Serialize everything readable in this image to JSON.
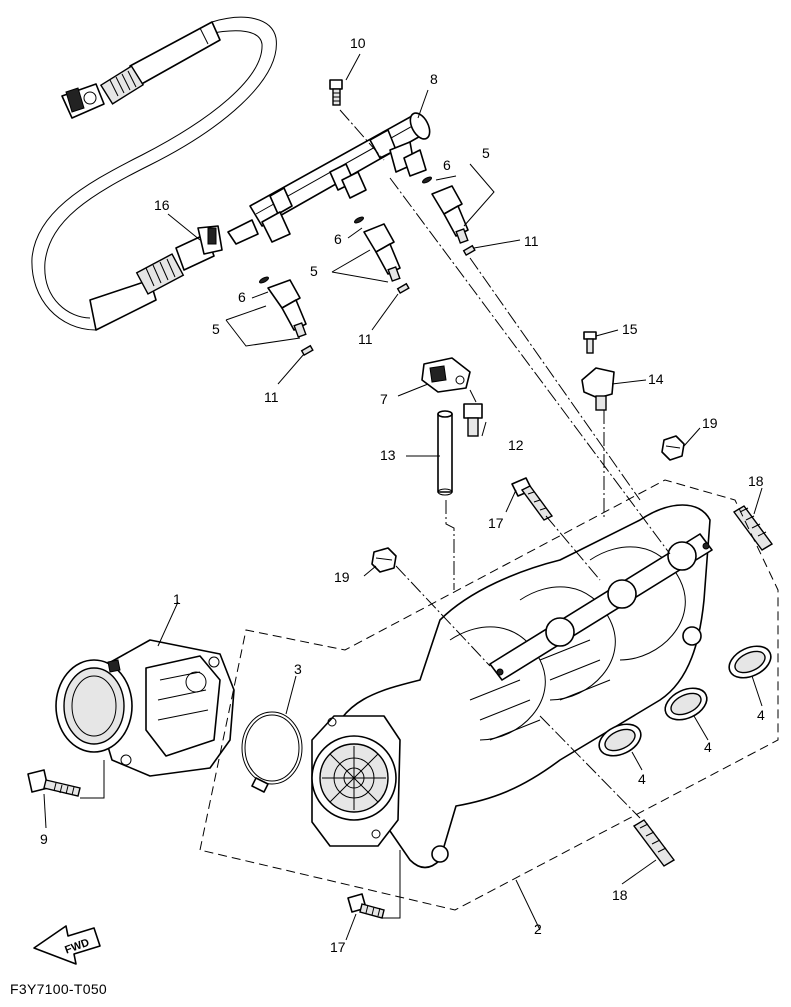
{
  "diagram_code": "F3Y7100-T050",
  "direction_arrow_label": "FWD",
  "callouts": [
    {
      "id": "c1",
      "label": "1"
    },
    {
      "id": "c2",
      "label": "2"
    },
    {
      "id": "c3",
      "label": "3"
    },
    {
      "id": "c4a",
      "label": "4"
    },
    {
      "id": "c4b",
      "label": "4"
    },
    {
      "id": "c4c",
      "label": "4"
    },
    {
      "id": "c5a",
      "label": "5"
    },
    {
      "id": "c5b",
      "label": "5"
    },
    {
      "id": "c5c",
      "label": "5"
    },
    {
      "id": "c6a",
      "label": "6"
    },
    {
      "id": "c6b",
      "label": "6"
    },
    {
      "id": "c6c",
      "label": "6"
    },
    {
      "id": "c7",
      "label": "7"
    },
    {
      "id": "c8",
      "label": "8"
    },
    {
      "id": "c9",
      "label": "9"
    },
    {
      "id": "c10",
      "label": "10"
    },
    {
      "id": "c11a",
      "label": "11"
    },
    {
      "id": "c11b",
      "label": "11"
    },
    {
      "id": "c11c",
      "label": "11"
    },
    {
      "id": "c12",
      "label": "12"
    },
    {
      "id": "c13",
      "label": "13"
    },
    {
      "id": "c14",
      "label": "14"
    },
    {
      "id": "c15",
      "label": "15"
    },
    {
      "id": "c16",
      "label": "16"
    },
    {
      "id": "c17a",
      "label": "17"
    },
    {
      "id": "c17b",
      "label": "17"
    },
    {
      "id": "c18a",
      "label": "18"
    },
    {
      "id": "c18b",
      "label": "18"
    },
    {
      "id": "c19a",
      "label": "19"
    },
    {
      "id": "c19b",
      "label": "19"
    }
  ]
}
